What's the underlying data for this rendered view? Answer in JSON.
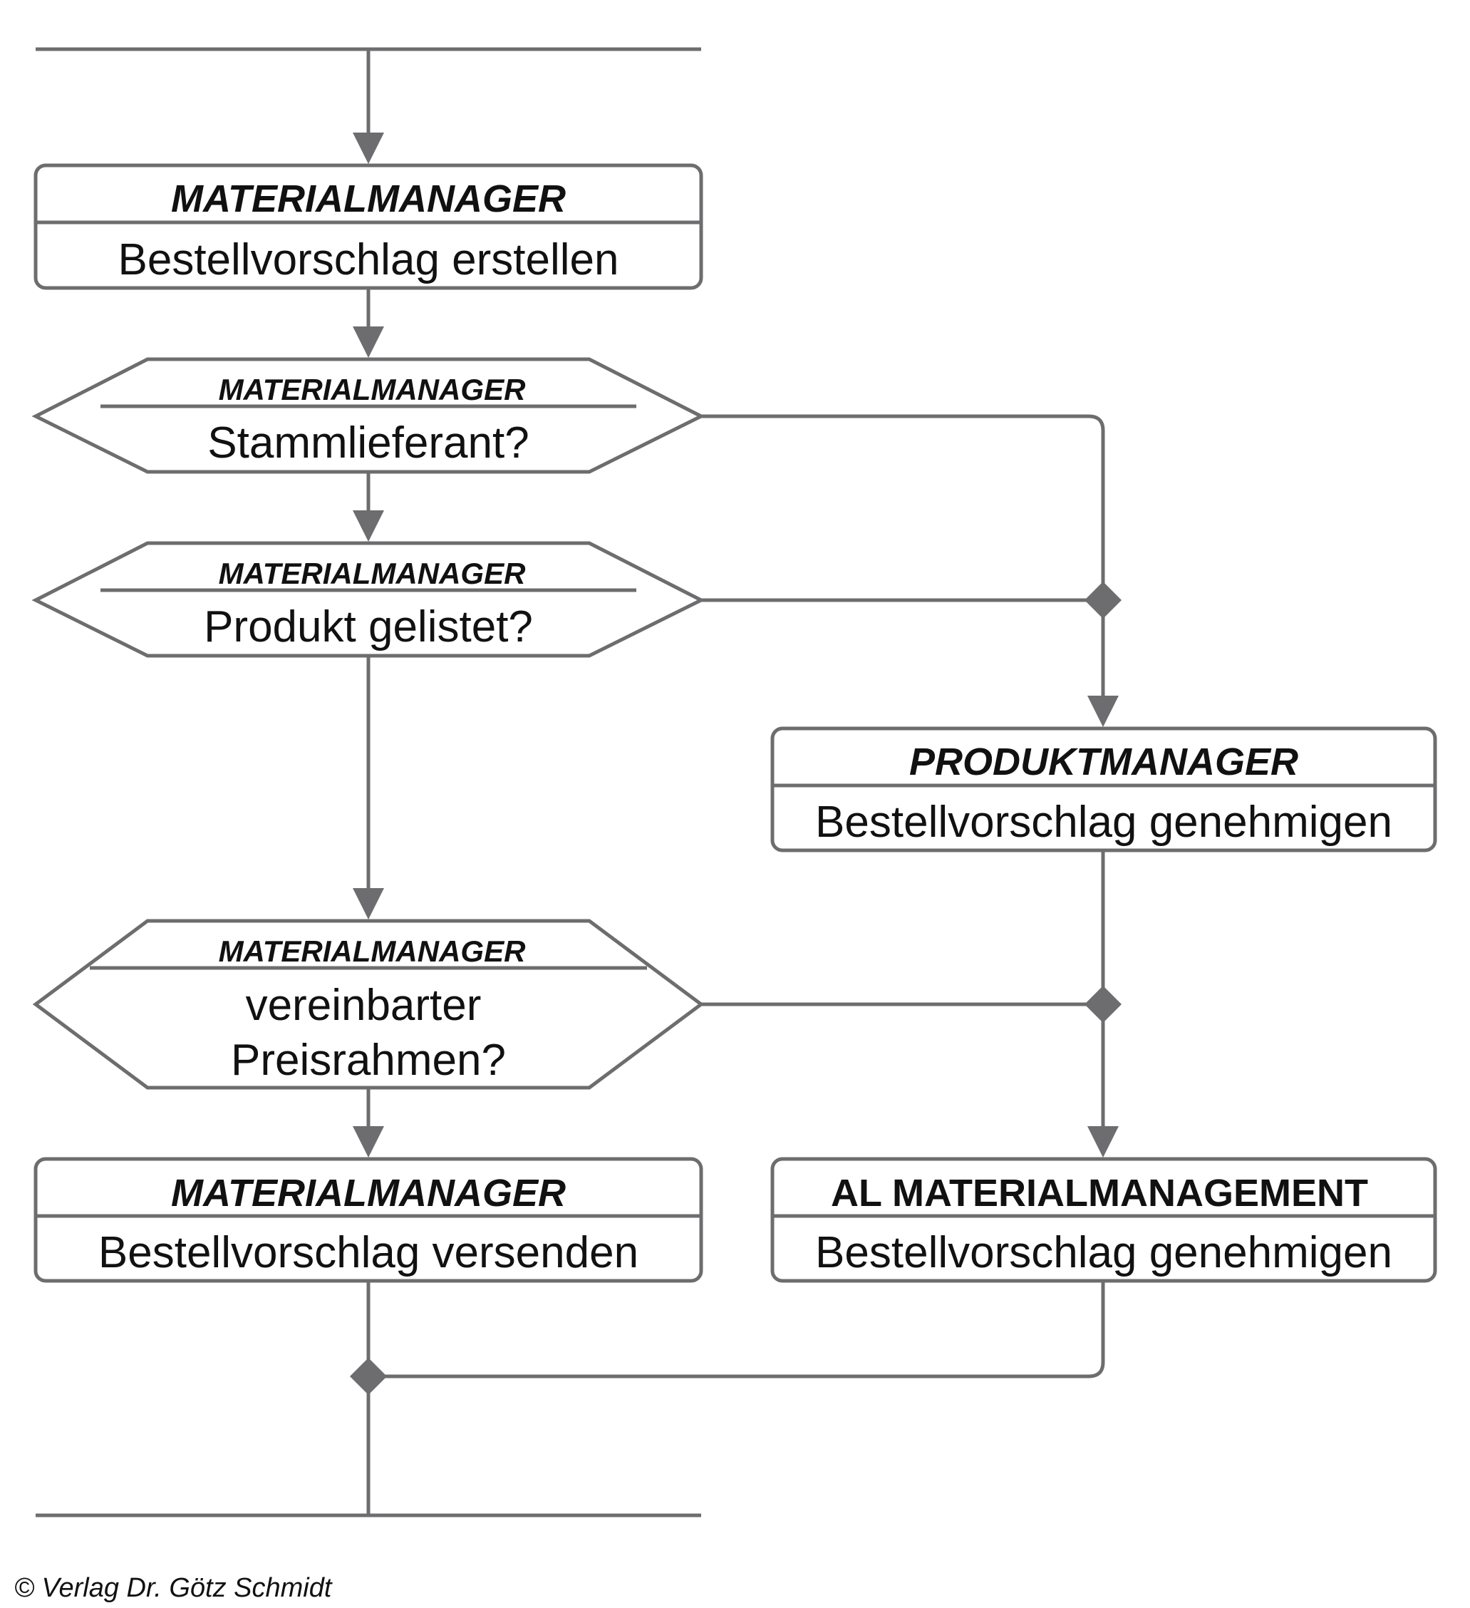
{
  "colors": {
    "line": "#6d6d6f",
    "text": "#111111",
    "background": "#ffffff"
  },
  "nodes": {
    "create": {
      "role": "MATERIALMANAGER",
      "label": "Bestellvorschlag erstellen"
    },
    "regular_supplier": {
      "role": "MATERIALMANAGER",
      "label": "Stammlieferant?"
    },
    "product_listed": {
      "role": "MATERIALMANAGER",
      "label": "Produkt gelistet?"
    },
    "price_range": {
      "role": "MATERIALMANAGER",
      "label_line1": "vereinbarter",
      "label_line2": "Preisrahmen?"
    },
    "send": {
      "role": "MATERIALMANAGER",
      "label": "Bestellvorschlag versenden"
    },
    "pm_approve": {
      "role": "PRODUKTMANAGER",
      "label": "Bestellvorschlag genehmigen"
    },
    "al_approve": {
      "role": "AL MATERIALMANAGEMENT",
      "label": "Bestellvorschlag genehmigen"
    }
  },
  "footer": {
    "copyright": "© Verlag Dr. Götz Schmidt"
  }
}
